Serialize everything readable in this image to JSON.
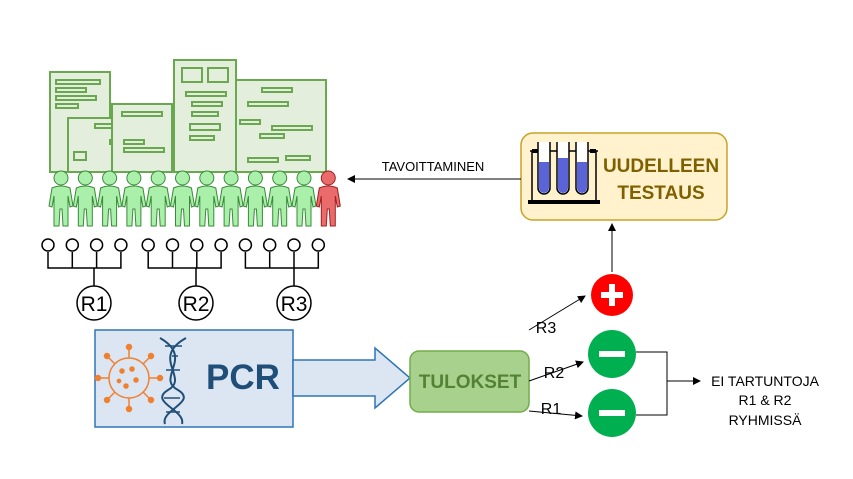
{
  "pools": {
    "labels": [
      "R1",
      "R2",
      "R3"
    ]
  },
  "pcr": {
    "label": "PCR"
  },
  "results": {
    "label": "TULOKSET",
    "branches": [
      {
        "label": "R3",
        "sign": "+"
      },
      {
        "label": "R2",
        "sign": "−"
      },
      {
        "label": "R1",
        "sign": "−"
      }
    ]
  },
  "retest": {
    "line1": "UUDELLEEN",
    "line2": "TESTAUS"
  },
  "reach_label": "TAVOITTAMINEN",
  "conclusion": {
    "line1": "EI TARTUNTOJA",
    "line2": "R1 & R2",
    "line3": "RYHMISSÄ"
  },
  "colors": {
    "person": "#aaf0aa",
    "person_positive": "#ea6b6b",
    "building_fill": "#e3efdc",
    "building_stroke": "#6aa84f",
    "pcr_box": "#dce6f2",
    "pcr_text": "#1f4e79",
    "arrow_fill": "#dce6f2",
    "arrow_stroke": "#2e75b6",
    "results_fill": "#a9d18e",
    "results_text": "#548235",
    "positive": "#ff0000",
    "negative": "#00b050",
    "retest_fill": "#fff2cc",
    "retest_stroke": "#c9a227",
    "retest_text": "#7f6000",
    "virus": "#f08030"
  },
  "people": {
    "count": 12,
    "positive_index": 11
  }
}
